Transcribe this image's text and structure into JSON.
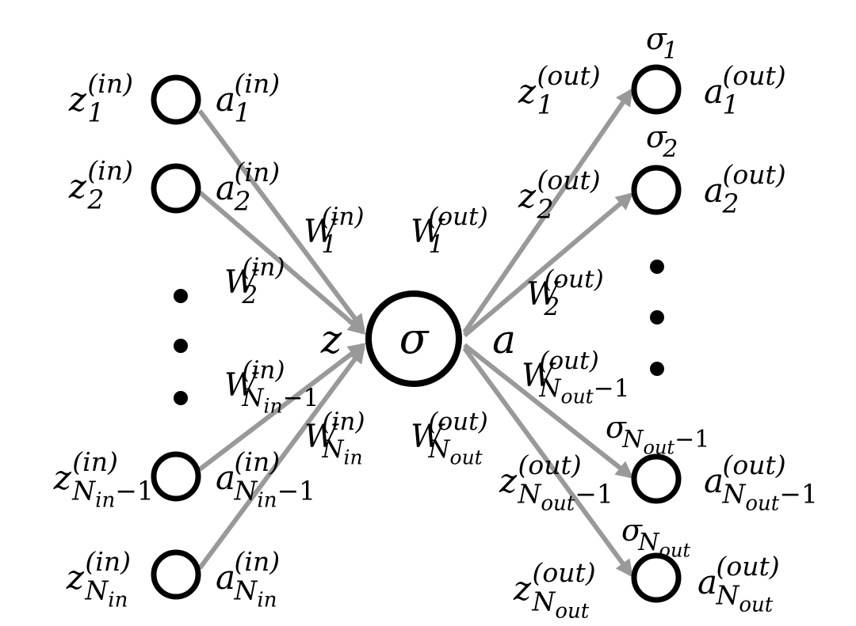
{
  "colors": {
    "node_stroke": "#000000",
    "edge": "#999999",
    "weight_text": "#c00000",
    "text": "#000000"
  },
  "center": {
    "symbol": "σ",
    "input_label": "z",
    "output_label": "a"
  },
  "inputs": [
    {
      "z_base": "z",
      "z_sup": "(in)",
      "z_sub": "1",
      "a_base": "a",
      "a_sup": "(in)",
      "a_sub": "1"
    },
    {
      "z_base": "z",
      "z_sup": "(in)",
      "z_sub": "2",
      "a_base": "a",
      "a_sup": "(in)",
      "a_sub": "2"
    },
    {
      "z_base": "z",
      "z_sup": "(in)",
      "z_sub": "N",
      "z_subsub": "in",
      "z_subtail": "−1",
      "a_base": "a",
      "a_sup": "(in)",
      "a_sub": "N",
      "a_subsub": "in",
      "a_subtail": "−1"
    },
    {
      "z_base": "z",
      "z_sup": "(in)",
      "z_sub": "N",
      "z_subsub": "in",
      "a_base": "a",
      "a_sup": "(in)",
      "a_sub": "N",
      "a_subsub": "in"
    }
  ],
  "input_weights": [
    {
      "base": "W",
      "sup": "(in)",
      "sub": "1"
    },
    {
      "base": "W",
      "sup": "(in)",
      "sub": "2"
    },
    {
      "base": "W",
      "sup": "(in)",
      "sub": "N",
      "subsub": "in",
      "subtail": "−1"
    },
    {
      "base": "W",
      "sup": "(in)",
      "sub": "N",
      "subsub": "in"
    }
  ],
  "outputs": [
    {
      "sigma": "σ",
      "sigma_sub": "1",
      "z_base": "z",
      "z_sup": "(out)",
      "z_sub": "1",
      "a_base": "a",
      "a_sup": "(out)",
      "a_sub": "1"
    },
    {
      "sigma": "σ",
      "sigma_sub": "2",
      "z_base": "z",
      "z_sup": "(out)",
      "z_sub": "2",
      "a_base": "a",
      "a_sup": "(out)",
      "a_sub": "2"
    },
    {
      "sigma": "σ",
      "sigma_sub": "N",
      "sigma_subsub": "out",
      "sigma_subtail": "−1",
      "z_base": "z",
      "z_sup": "(out)",
      "z_sub": "N",
      "z_subsub": "out",
      "z_subtail": "−1",
      "a_base": "a",
      "a_sup": "(out)",
      "a_sub": "N",
      "a_subsub": "out",
      "a_subtail": "−1"
    },
    {
      "sigma": "σ",
      "sigma_sub": "N",
      "sigma_subsub": "out",
      "z_base": "z",
      "z_sup": "(out)",
      "z_sub": "N",
      "z_subsub": "out",
      "a_base": "a",
      "a_sup": "(out)",
      "a_sub": "N",
      "a_subsub": "out"
    }
  ],
  "output_weights": [
    {
      "base": "W",
      "sup": "(out)",
      "sub": "1"
    },
    {
      "base": "W",
      "sup": "(out)",
      "sub": "2"
    },
    {
      "base": "W",
      "sup": "(out)",
      "sub": "N",
      "subsub": "out",
      "subtail": "−1"
    },
    {
      "base": "W",
      "sup": "(out)",
      "sub": "N",
      "subsub": "out"
    }
  ],
  "ellipsis": {
    "input_dots": 3,
    "output_dots": 3
  }
}
